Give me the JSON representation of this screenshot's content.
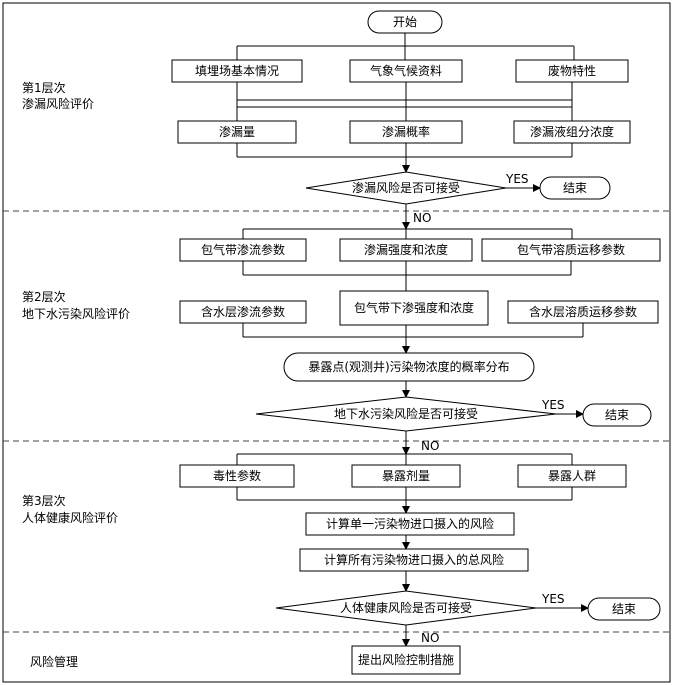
{
  "start": "开始",
  "layers": [
    {
      "title": "第1层次",
      "subtitle": "渗漏风险评价"
    },
    {
      "title": "第2层次",
      "subtitle": "地下水污染风险评价"
    },
    {
      "title": "第3层次",
      "subtitle": "人体健康风险评价"
    },
    {
      "title": "风险管理"
    }
  ],
  "layer1": {
    "inputs": [
      "填埋场基本情况",
      "气象气候资料",
      "废物特性"
    ],
    "outputs": [
      "渗漏量",
      "渗漏概率",
      "渗漏液组分浓度"
    ],
    "decision": "渗漏风险是否可接受"
  },
  "layer2": {
    "inputs": [
      "包气带渗流参数",
      "渗漏强度和浓度",
      "包气带溶质运移参数"
    ],
    "mid": [
      "含水层渗流参数",
      "包气带下渗强度和浓度",
      "含水层溶质运移参数"
    ],
    "distribution": "暴露点(观测井)污染物浓度的概率分布",
    "decision": "地下水污染风险是否可接受"
  },
  "layer3": {
    "inputs": [
      "毒性参数",
      "暴露剂量",
      "暴露人群"
    ],
    "single_risk": "计算单一污染物进口摄入的风险",
    "total_risk": "计算所有污染物进口摄入的总风险",
    "decision": "人体健康风险是否可接受"
  },
  "management": "提出风险控制措施",
  "end_label": "结束",
  "yes": "YES",
  "no": "NO"
}
